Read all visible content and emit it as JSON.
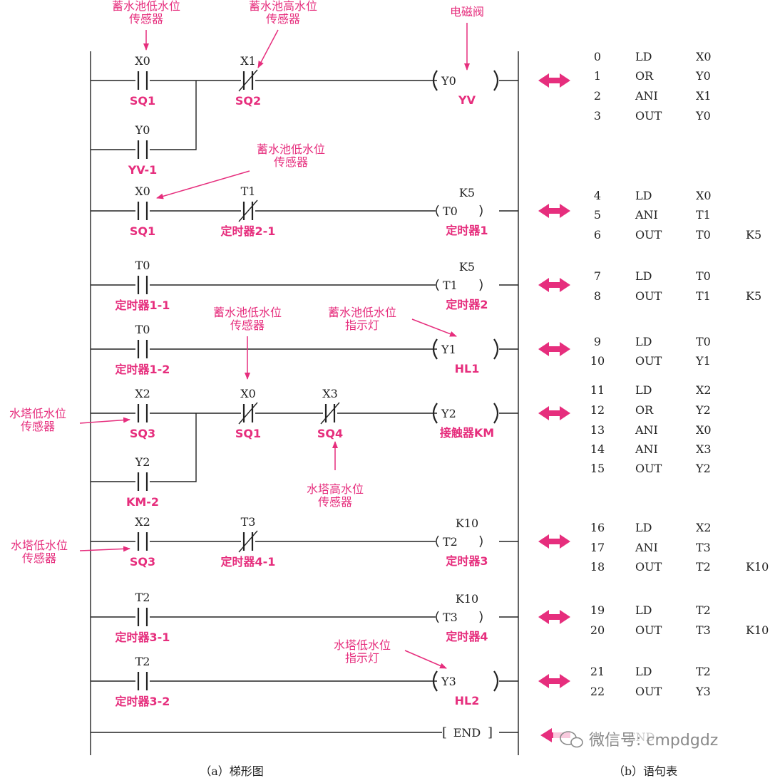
{
  "colors": {
    "accent": "#e62e7d",
    "line": "#222222"
  },
  "ladder": {
    "contacts": [
      {
        "addr": "X0",
        "label": "SQ1",
        "type": "NO"
      },
      {
        "addr": "X1",
        "label": "SQ2",
        "type": "NC"
      },
      {
        "addr": "Y0",
        "label": "YV-1",
        "type": "NO"
      },
      {
        "addr": "X0",
        "label": "SQ1",
        "type": "NO"
      },
      {
        "addr": "T1",
        "label": "定时器2-1",
        "type": "NC"
      },
      {
        "addr": "T0",
        "label": "定时器1-1",
        "type": "NO"
      },
      {
        "addr": "T0",
        "label": "定时器1-2",
        "type": "NO"
      },
      {
        "addr": "X2",
        "label": "SQ3",
        "type": "NO"
      },
      {
        "addr": "X0",
        "label": "SQ1",
        "type": "NC"
      },
      {
        "addr": "X3",
        "label": "SQ4",
        "type": "NC"
      },
      {
        "addr": "Y2",
        "label": "KM-2",
        "type": "NO"
      },
      {
        "addr": "X2",
        "label": "SQ3",
        "type": "NO"
      },
      {
        "addr": "T3",
        "label": "定时器4-1",
        "type": "NC"
      },
      {
        "addr": "T2",
        "label": "定时器3-1",
        "type": "NO"
      },
      {
        "addr": "T2",
        "label": "定时器3-2",
        "type": "NO"
      }
    ],
    "coils": [
      {
        "addr": "Y0",
        "const": "",
        "label": "YV"
      },
      {
        "addr": "T0",
        "const": "K5",
        "label": "定时器1"
      },
      {
        "addr": "T1",
        "const": "K5",
        "label": "定时器2"
      },
      {
        "addr": "Y1",
        "const": "",
        "label": "HL1"
      },
      {
        "addr": "Y2",
        "const": "",
        "label": "接触器KM"
      },
      {
        "addr": "T2",
        "const": "K10",
        "label": "定时器3"
      },
      {
        "addr": "T3",
        "const": "K10",
        "label": "定时器4"
      },
      {
        "addr": "Y3",
        "const": "",
        "label": "HL2"
      }
    ],
    "end_label": "END",
    "annotations": [
      [
        "蓄水池低水位",
        "传感器"
      ],
      [
        "蓄水池高水位",
        "传感器"
      ],
      [
        "电磁阀"
      ],
      [
        "蓄水池低水位",
        "传感器"
      ],
      [
        "蓄水池低水位",
        "传感器"
      ],
      [
        "蓄水池低水位",
        "指示灯"
      ],
      [
        "水塔低水位",
        "传感器"
      ],
      [
        "水塔高水位",
        "传感器"
      ],
      [
        "水塔低水位",
        "传感器"
      ],
      [
        "水塔低水位",
        "指示灯"
      ]
    ]
  },
  "statements": [
    {
      "step": "0",
      "op": "LD",
      "operand": "X0",
      "const": ""
    },
    {
      "step": "1",
      "op": "OR",
      "operand": "Y0",
      "const": ""
    },
    {
      "step": "2",
      "op": "ANI",
      "operand": "X1",
      "const": ""
    },
    {
      "step": "3",
      "op": "OUT",
      "operand": "Y0",
      "const": ""
    },
    {
      "step": "4",
      "op": "LD",
      "operand": "X0",
      "const": ""
    },
    {
      "step": "5",
      "op": "ANI",
      "operand": "T1",
      "const": ""
    },
    {
      "step": "6",
      "op": "OUT",
      "operand": "T0",
      "const": "K5"
    },
    {
      "step": "7",
      "op": "LD",
      "operand": "T0",
      "const": ""
    },
    {
      "step": "8",
      "op": "OUT",
      "operand": "T1",
      "const": "K5"
    },
    {
      "step": "9",
      "op": "LD",
      "operand": "T0",
      "const": ""
    },
    {
      "step": "10",
      "op": "OUT",
      "operand": "Y1",
      "const": ""
    },
    {
      "step": "11",
      "op": "LD",
      "operand": "X2",
      "const": ""
    },
    {
      "step": "12",
      "op": "OR",
      "operand": "Y2",
      "const": ""
    },
    {
      "step": "13",
      "op": "ANI",
      "operand": "X0",
      "const": ""
    },
    {
      "step": "14",
      "op": "ANI",
      "operand": "X3",
      "const": ""
    },
    {
      "step": "15",
      "op": "OUT",
      "operand": "Y2",
      "const": ""
    },
    {
      "step": "16",
      "op": "LD",
      "operand": "X2",
      "const": ""
    },
    {
      "step": "17",
      "op": "ANI",
      "operand": "T3",
      "const": ""
    },
    {
      "step": "18",
      "op": "OUT",
      "operand": "T2",
      "const": "K10"
    },
    {
      "step": "19",
      "op": "LD",
      "operand": "T2",
      "const": ""
    },
    {
      "step": "20",
      "op": "OUT",
      "operand": "T3",
      "const": "K10"
    },
    {
      "step": "21",
      "op": "LD",
      "operand": "T2",
      "const": ""
    },
    {
      "step": "22",
      "op": "OUT",
      "operand": "Y3",
      "const": ""
    }
  ],
  "stmt_end": {
    "op": "END"
  },
  "captions": {
    "left": "（a）梯形图",
    "right": "（b）语句表"
  },
  "watermark": {
    "icon": "wechat-icon",
    "text": "微信号: cmpdgdz"
  }
}
